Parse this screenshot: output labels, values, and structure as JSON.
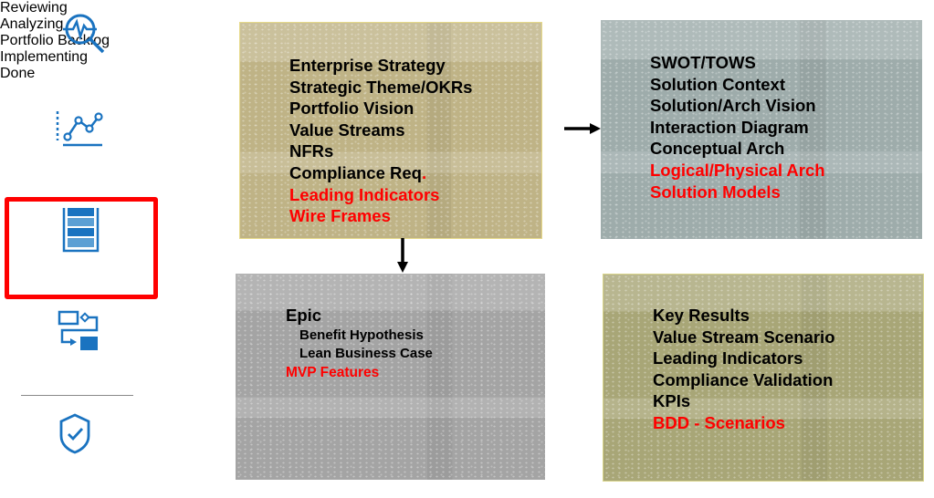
{
  "sidebar": {
    "steps": [
      {
        "label": "Reviewing",
        "icon": "magnifier-pulse-icon"
      },
      {
        "label": "Analyzing",
        "icon": "line-chart-icon"
      },
      {
        "label": "Portfolio Backlog",
        "icon": "backlog-stack-icon",
        "highlighted": true
      },
      {
        "label": "Implementing",
        "icon": "workflow-icon"
      },
      {
        "label": "Done",
        "icon": "shield-check-icon"
      }
    ],
    "highlight_color": "#ff0000",
    "icon_color": "#1a73c0"
  },
  "boxes": {
    "strategy": {
      "color": "#bfb386",
      "items": [
        {
          "text": "Enterprise Strategy"
        },
        {
          "text": "Strategic Theme/OKRs"
        },
        {
          "text": "Portfolio Vision"
        },
        {
          "text": "Value Streams"
        },
        {
          "text": "NFRs"
        },
        {
          "text": "Compliance Req",
          "suffix": "."
        },
        {
          "text": "Leading Indicators",
          "red": true
        },
        {
          "text": "Wire Frames",
          "red": true
        }
      ]
    },
    "architecture": {
      "color": "#9eacab",
      "items": [
        {
          "text": "SWOT/TOWS"
        },
        {
          "text": "Solution Context"
        },
        {
          "text": "Solution/Arch Vision"
        },
        {
          "text": "Interaction Diagram"
        },
        {
          "text": "Conceptual Arch"
        },
        {
          "text": "Logical/Physical Arch",
          "red": true
        },
        {
          "text": "Solution Models",
          "red": true
        }
      ]
    },
    "epic": {
      "color": "#a4a4a4",
      "items": [
        {
          "text": "Epic"
        },
        {
          "text": "Benefit Hypothesis",
          "sub": true
        },
        {
          "text": "Lean Business Case",
          "sub": true
        },
        {
          "text": "MVP Features",
          "red": true
        }
      ]
    },
    "results": {
      "color": "#a8a677",
      "items": [
        {
          "text": "Key Results"
        },
        {
          "text": "Value Stream Scenario"
        },
        {
          "text": "Leading Indicators"
        },
        {
          "text": "Compliance Validation"
        },
        {
          "text": "KPIs"
        },
        {
          "text": "BDD - Scenarios",
          "red": true
        }
      ]
    }
  }
}
